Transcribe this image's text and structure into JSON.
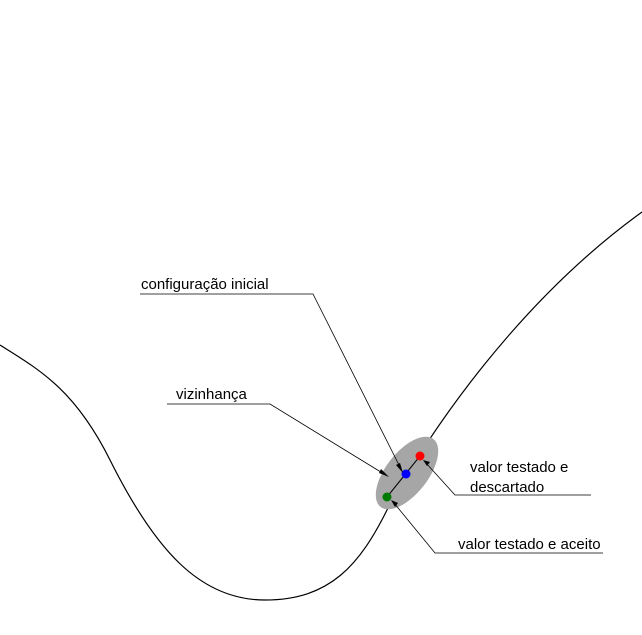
{
  "labels": {
    "initial": "configuração inicial",
    "neighborhood": "vizinhança",
    "rejected_line1": "valor testado e",
    "rejected_line2": "descartado",
    "accepted": "valor testado e aceito"
  },
  "colors": {
    "curve": "#000000",
    "neighborhood_fill": "#a6a6a6",
    "initial_point": "#0000ff",
    "rejected_point": "#ff0000",
    "accepted_point": "#007a00",
    "leader": "#000000"
  }
}
